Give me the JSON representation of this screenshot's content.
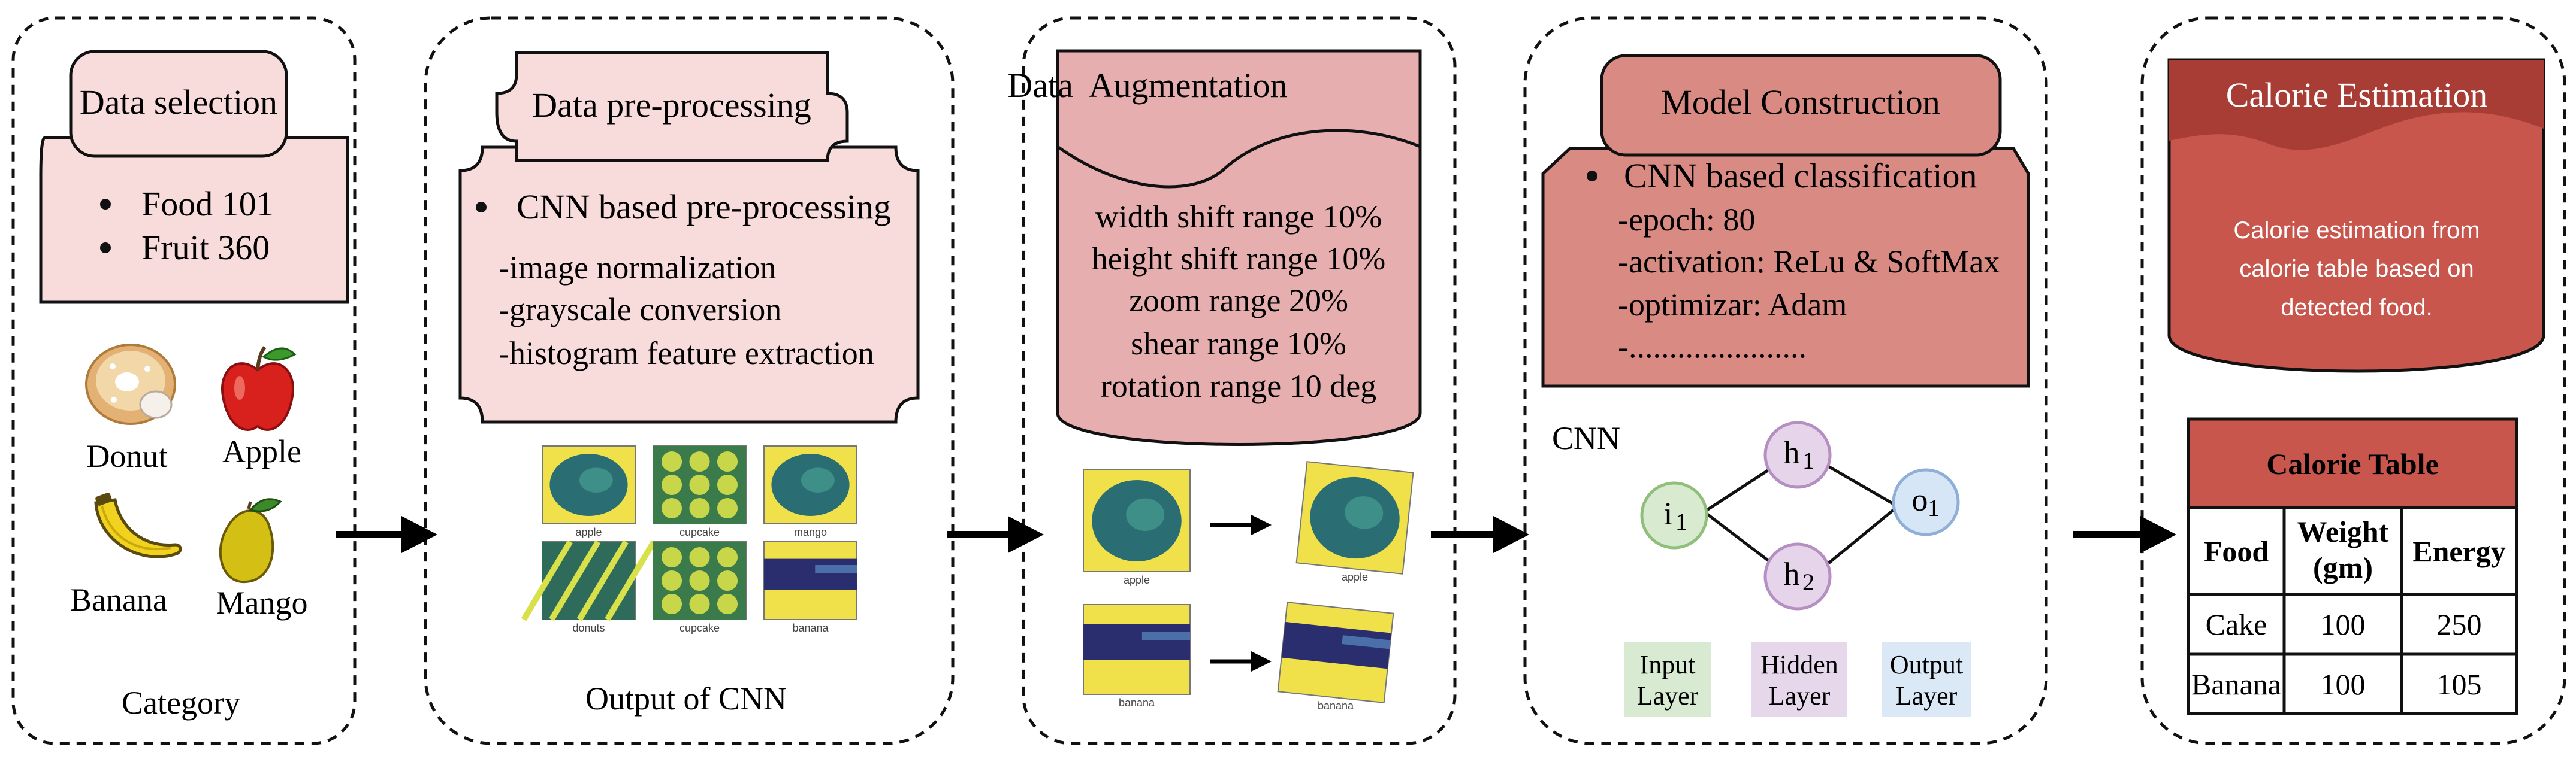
{
  "colors": {
    "pink_light": "#f8dcdc",
    "pink_mid": "#e8aeae",
    "salmon": "#d98a83",
    "red": "#c8564d",
    "red_dark": "#a83d36",
    "input_node": "#d8ead0",
    "hidden_node": "#e6d5ea",
    "output_node": "#d6e6f6",
    "input_label_bg": "#d9ead3",
    "hidden_label_bg": "#e6d7eb",
    "output_label_bg": "#dbe8f6",
    "sample_teal": "#2a6e74",
    "sample_yellow": "#f0e14a",
    "sample_navy": "#2a2d6e"
  },
  "panels": {
    "data_selection": {
      "title": "Data selection",
      "bullets": [
        "Food 101",
        "Fruit 360"
      ],
      "fruits": [
        {
          "label": "Donut",
          "icon": "donut-icon"
        },
        {
          "label": "Apple",
          "icon": "apple-icon"
        },
        {
          "label": "Banana",
          "icon": "banana-icon"
        },
        {
          "label": "Mango",
          "icon": "mango-icon"
        }
      ],
      "footer": "Category"
    },
    "preprocessing": {
      "title": "Data pre-processing",
      "bullet": "CNN based pre-processing",
      "steps": [
        "-image normalization",
        "-grayscale conversion",
        "-histogram feature extraction"
      ],
      "samples": [
        "apple",
        "cupcake",
        "mango",
        "donuts",
        "cupcake",
        "banana"
      ],
      "footer": "Output of CNN"
    },
    "augmentation": {
      "title": "Data  Augmentation",
      "items": [
        "width shift range 10%",
        "height shift range 10%",
        "zoom range 20%",
        "shear range 10%",
        "rotation range 10 deg"
      ],
      "pairs": [
        {
          "before": "apple",
          "after": "apple"
        },
        {
          "before": "banana",
          "after": "banana"
        }
      ]
    },
    "model": {
      "title": "Model Construction",
      "bullet": "CNN based classification",
      "params": [
        "-epoch: 80",
        "-activation: ReLu & SoftMax",
        "-optimizar: Adam",
        "-......................"
      ],
      "cnn_label": "CNN",
      "nodes": {
        "i": "i",
        "h1": "h",
        "h2": "h",
        "o": "o",
        "sub_1": "1",
        "sub_2": "2"
      },
      "layers": [
        {
          "line1": "Input",
          "line2": "Layer"
        },
        {
          "line1": "Hidden",
          "line2": "Layer"
        },
        {
          "line1": "Output",
          "line2": "Layer"
        }
      ]
    },
    "calorie": {
      "title": "Calorie Estimation",
      "desc": [
        "Calorie estimation from",
        "calorie table based on",
        "detected food."
      ],
      "table": {
        "title": "Calorie Table",
        "headers": [
          "Food",
          "Weight",
          "(gm)",
          "Energy"
        ],
        "rows": [
          {
            "food": "Cake",
            "weight": "100",
            "energy": "250"
          },
          {
            "food": "Banana",
            "weight": "100",
            "energy": "105"
          }
        ]
      }
    }
  }
}
